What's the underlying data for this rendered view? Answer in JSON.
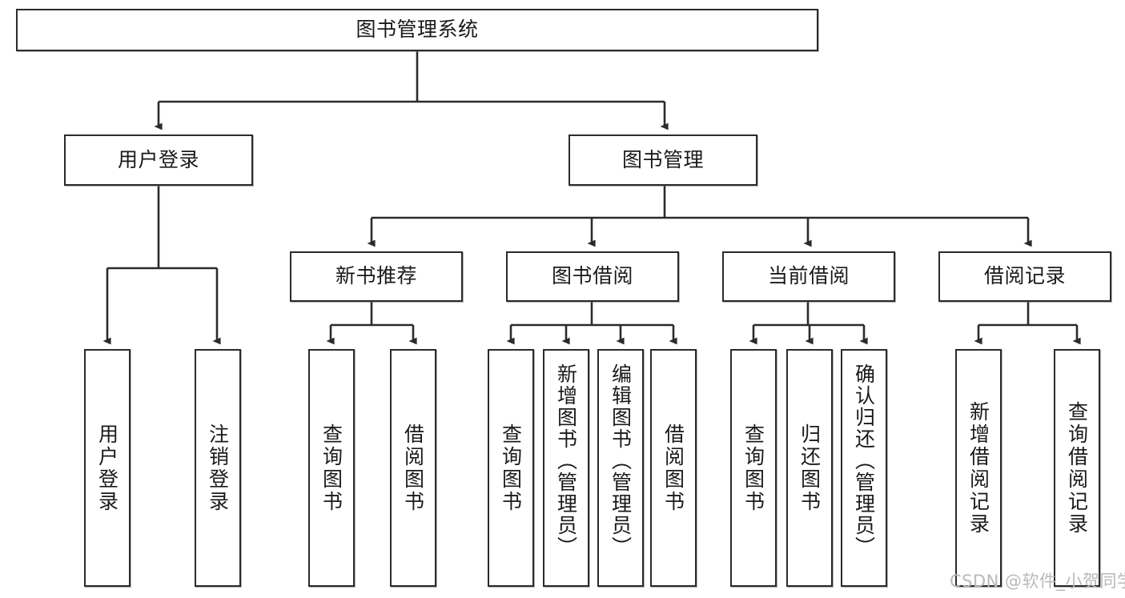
{
  "diagram": {
    "title": "图书管理系统",
    "type": "tree",
    "watermark": "CSDN @软件_小贺同学",
    "colors": {
      "border": "#2b2b2b",
      "background": "#ffffff",
      "text": "#1a1a1a",
      "watermark": "#b9b9b9"
    },
    "nodes": {
      "root": "图书管理系统",
      "level2": {
        "user_login": "用户登录",
        "book_management": "图书管理"
      },
      "level3": {
        "new_book_recommend": "新书推荐",
        "book_borrow": "图书借阅",
        "current_borrow": "当前借阅",
        "borrow_record": "借阅记录"
      },
      "leaves": {
        "user_login_1": "用户登录",
        "user_login_2": "注销登录",
        "recommend_1": "查询图书",
        "recommend_2": "借阅图书",
        "borrow_1": "查询图书",
        "borrow_2": "新增图书（管理员）",
        "borrow_3": "编辑图书（管理员）",
        "borrow_4": "借阅图书",
        "current_1": "查询图书",
        "current_2": "归还图书",
        "current_3": "确认归还（管理员）",
        "record_1": "新增借阅记录",
        "record_2": "查询借阅记录"
      }
    }
  }
}
